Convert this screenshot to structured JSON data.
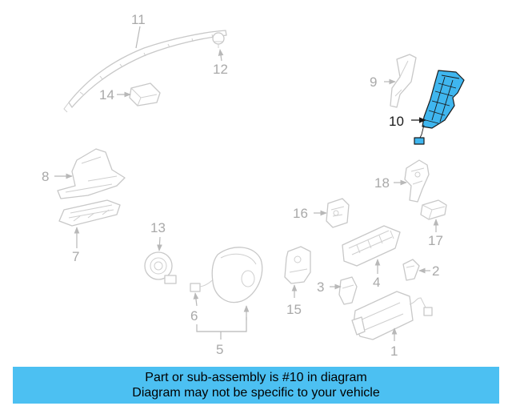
{
  "callouts": {
    "c1": "1",
    "c2": "2",
    "c3": "3",
    "c4": "4",
    "c5": "5",
    "c6": "6",
    "c7": "7",
    "c8": "8",
    "c9": "9",
    "c10": "10",
    "c11": "11",
    "c12": "12",
    "c13": "13",
    "c14": "14",
    "c15": "15",
    "c16": "16",
    "c17": "17",
    "c18": "18"
  },
  "highlighted_part": "10",
  "colors": {
    "highlight": "#3fb6ef",
    "banner": "#4cc0f2",
    "faded": "#c8c8c8"
  },
  "banner": {
    "line1": "Part or sub-assembly is #10 in diagram",
    "line2": "Diagram may not be specific to your vehicle"
  }
}
